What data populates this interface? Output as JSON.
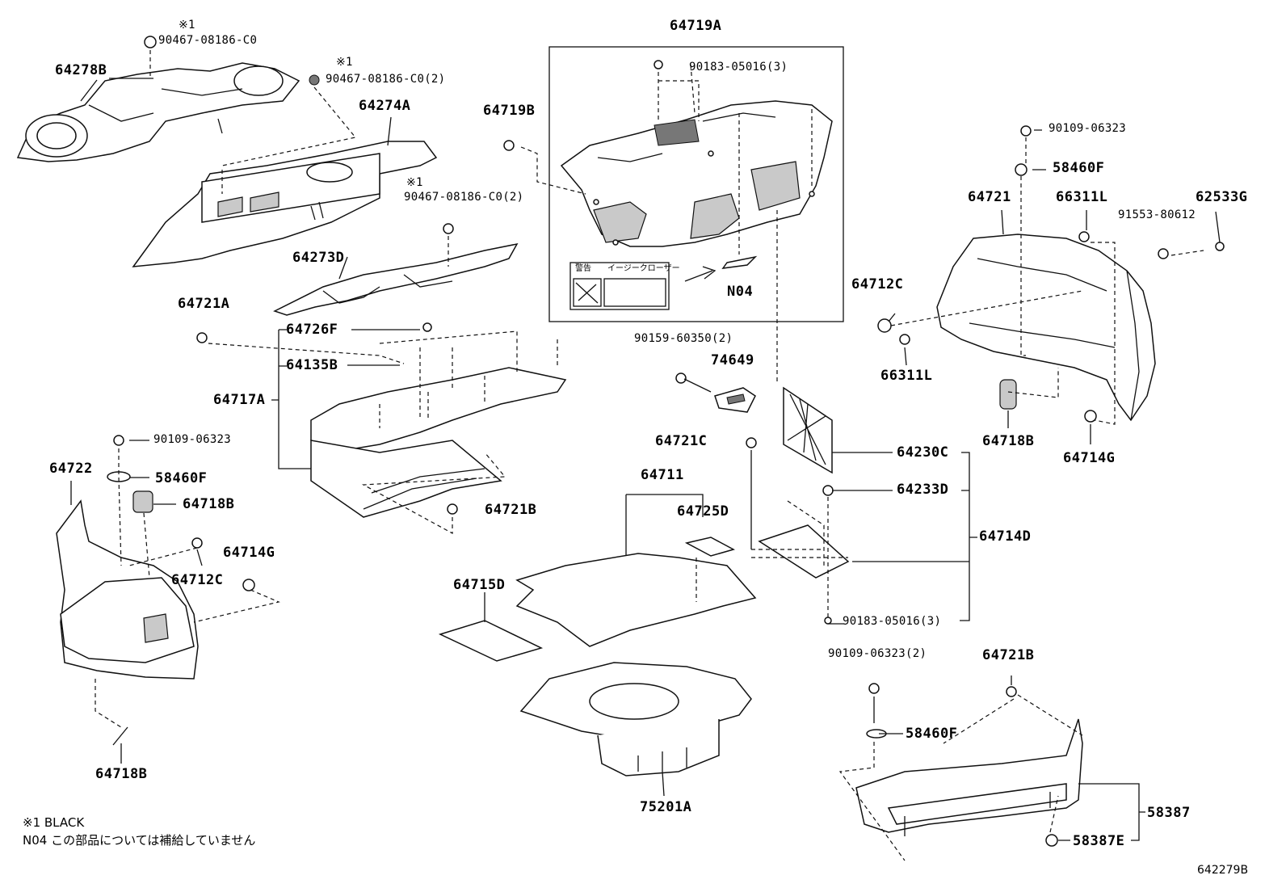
{
  "labels": {
    "p64719A": "64719A",
    "p90183_05016_3a": "90183-05016(3)",
    "p64719B": "64719B",
    "pN04": "N04",
    "p64278B": "64278B",
    "mark1a": "※1",
    "p90467_a": "90467-08186-C0",
    "mark1b": "※1",
    "p90467_b": "90467-08186-C0(2)",
    "p64274A": "64274A",
    "mark1c": "※1",
    "p90467_c": "90467-08186-C0(2)",
    "p64273D": "64273D",
    "p64721A": "64721A",
    "p64726F": "64726F",
    "p64135B": "64135B",
    "p64717A": "64717A",
    "p90109_a": "90109-06323",
    "p58460F_a": "58460F",
    "p64721": "64721",
    "p66311L_a": "66311L",
    "p62533G": "62533G",
    "p91553": "91553-80612",
    "p64712C_a": "64712C",
    "p66311L_b": "66311L",
    "p64718B_a": "64718B",
    "p64714G_a": "64714G",
    "p90159": "90159-60350(2)",
    "p74649": "74649",
    "p64721C": "64721C",
    "p64230C": "64230C",
    "p64233D": "64233D",
    "p64714D": "64714D",
    "p90183_05016_3b": "90183-05016(3)",
    "p64711": "64711",
    "p64725D": "64725D",
    "p64715D": "64715D",
    "p64721B_a": "64721B",
    "p90109_b": "90109-06323",
    "p64722": "64722",
    "p58460F_b": "58460F",
    "p64718B_b": "64718B",
    "p64714G_b": "64714G",
    "p64712C_b": "64712C",
    "p64718B_c": "64718B",
    "p75201A": "75201A",
    "p90109_c": "90109-06323(2)",
    "p64721B_b": "64721B",
    "p58460F_c": "58460F",
    "p58387": "58387",
    "p58387E": "58387E"
  },
  "notes": {
    "black": "※1 BLACK",
    "n04": "N04 この部品については補給していません",
    "figure_id": "642279B"
  },
  "warning_label": {
    "title": "警告",
    "text": "イージークローザー"
  }
}
